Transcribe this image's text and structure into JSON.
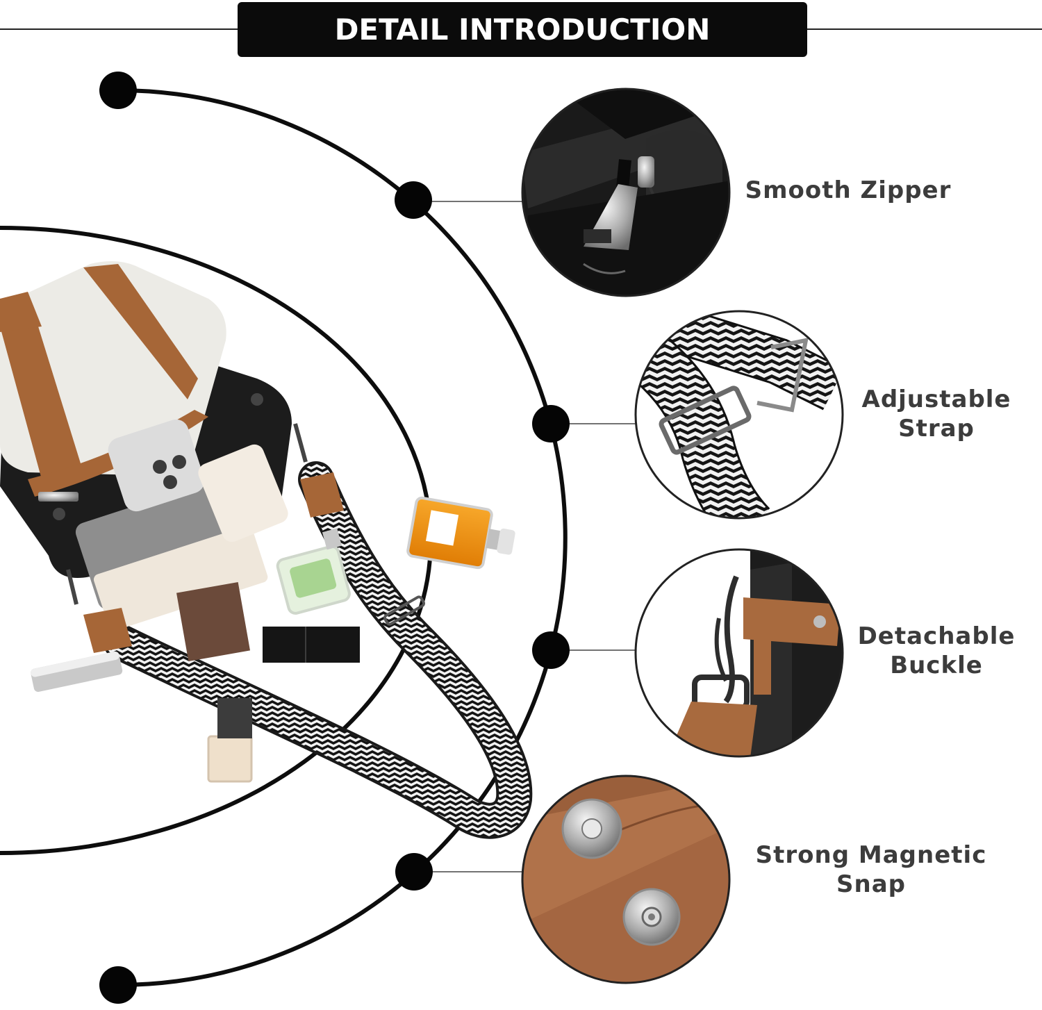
{
  "header": {
    "title": "DETAIL INTRODUCTION"
  },
  "features": [
    {
      "id": "zipper",
      "lines": [
        "Smooth Zipper"
      ],
      "icon": "zipper-closeup"
    },
    {
      "id": "strap",
      "lines": [
        "Adjustable",
        "Strap"
      ],
      "icon": "strap-buckle-closeup"
    },
    {
      "id": "buckle",
      "lines": [
        "Detachable",
        "Buckle"
      ],
      "icon": "swivel-clasp-closeup"
    },
    {
      "id": "snap",
      "lines": [
        "Strong Magnetic",
        "Snap"
      ],
      "icon": "magnetic-snap-closeup"
    }
  ],
  "product_image": {
    "bag_label_text": "",
    "items": [
      "phone",
      "tablet",
      "notebook",
      "perfume-green",
      "perfume-orange",
      "lipstick",
      "mascara",
      "nail-polish",
      "strap"
    ]
  },
  "colors": {
    "banner_bg": "#0b0b0b",
    "banner_text": "#ffffff",
    "label_text": "#3c3c3c",
    "brown_leather": "#a86a3e",
    "black_leather": "#1b1b1b",
    "cream_leather": "#ecebe6"
  }
}
